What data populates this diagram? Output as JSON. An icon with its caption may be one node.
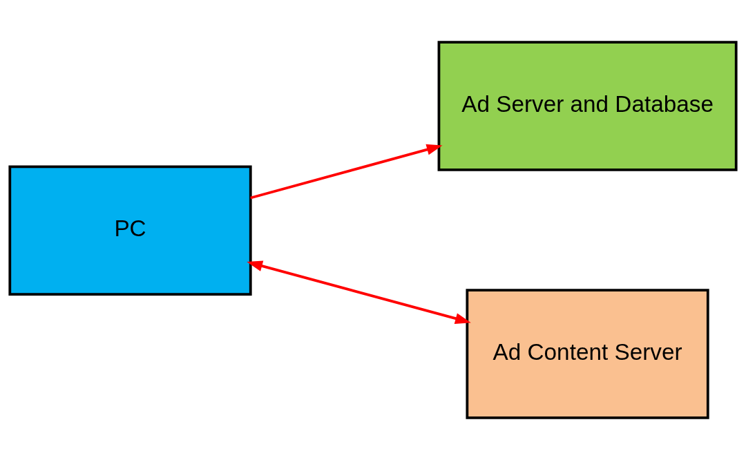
{
  "diagram": {
    "nodes": [
      {
        "text": [
          "PC"
        ]
      },
      {
        "text": [
          "Ad Server and Database"
        ]
      },
      {
        "text": [
          "Ad Content Server"
        ]
      }
    ],
    "edges": [
      {
        "from": 0,
        "to": 1,
        "arrow": "to"
      },
      {
        "from": 0,
        "to": 2,
        "arrow": "both"
      }
    ]
  }
}
